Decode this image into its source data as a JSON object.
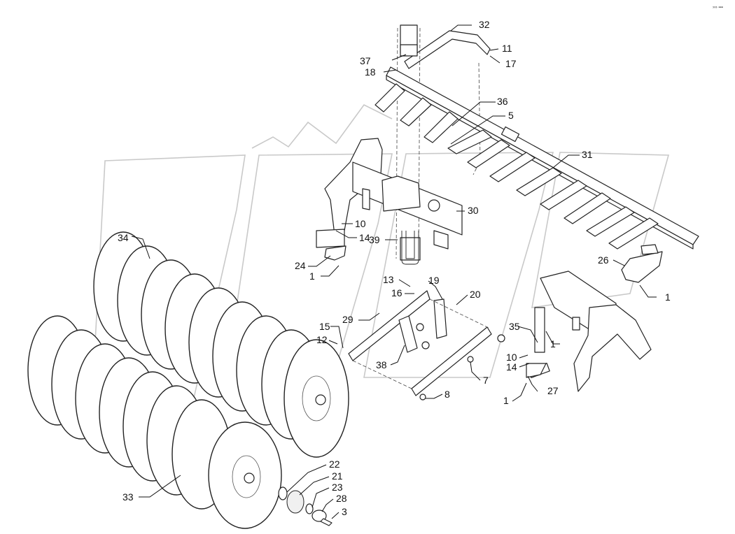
{
  "corner_mark": "»» ▪▪▪",
  "part_labels": {
    "p1_a": "1",
    "p1_b": "1",
    "p1_c": "1",
    "p1_d": "1",
    "p3": "3",
    "p5": "5",
    "p7": "7",
    "p8": "8",
    "p10_a": "10",
    "p10_b": "10",
    "p11": "11",
    "p12": "12",
    "p13": "13",
    "p14_a": "14",
    "p14_b": "14",
    "p15": "15",
    "p16": "16",
    "p17": "17",
    "p18": "18",
    "p19": "19",
    "p20": "20",
    "p21": "21",
    "p22": "22",
    "p23": "23",
    "p24": "24",
    "p26": "26",
    "p27": "27",
    "p28": "28",
    "p29": "29",
    "p30": "30",
    "p31": "31",
    "p32": "32",
    "p33": "33",
    "p34": "34",
    "p35": "35",
    "p36": "36",
    "p37": "37",
    "p38": "38",
    "p39": "39"
  },
  "colors": {
    "ink": "#222222",
    "watermark": "#c9c9c9",
    "background": "#ffffff"
  }
}
